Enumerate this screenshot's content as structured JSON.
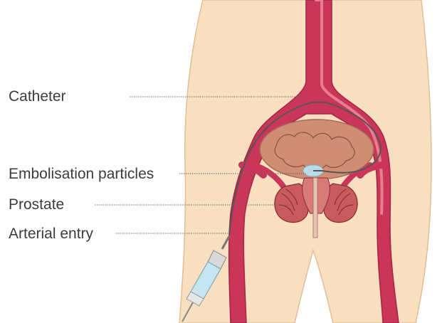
{
  "labels": {
    "catheter": "Catheter",
    "embolisation_particles": "Embolisation particles",
    "prostate": "Prostate",
    "arterial_entry": "Arterial entry"
  },
  "colors": {
    "skin": "#f8dfc0",
    "skin_outline": "#e3bd96",
    "artery": "#c9365a",
    "artery_highlight": "#e97d90",
    "bladder": "#cf8e74",
    "prostate": "#c95a5d",
    "particles": "#b9dcea",
    "catheter": "#555555",
    "syringe": "#c5e6f0",
    "leader_line": "#666666",
    "text": "#3c3c3c"
  }
}
